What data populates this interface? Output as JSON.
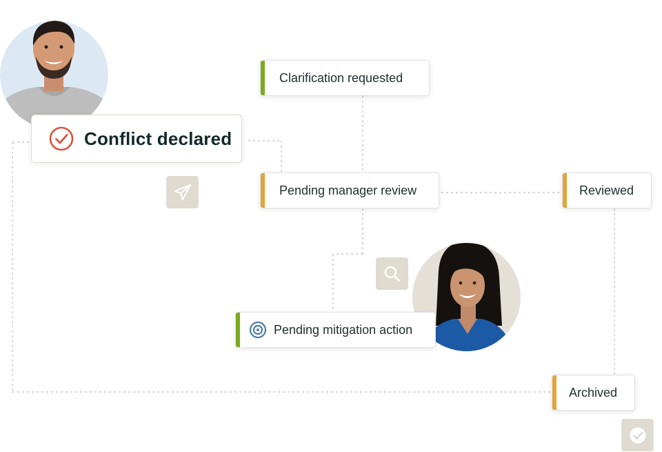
{
  "conflict_card": {
    "label": "Conflict declared",
    "icon": "check-circle-icon"
  },
  "statuses": {
    "clarification": {
      "label": "Clarification requested",
      "accent": "#7aab1e"
    },
    "pending_manager": {
      "label": "Pending manager review",
      "accent": "#e2a53c"
    },
    "reviewed": {
      "label": "Reviewed",
      "accent": "#e2a53c"
    },
    "pending_mitigation": {
      "label": "Pending mitigation action",
      "accent": "#7aab1e",
      "icon": "target-icon"
    },
    "archived": {
      "label": "Archived",
      "accent": "#e2a53c"
    }
  },
  "icons": {
    "send": "paper-plane-icon",
    "search": "magnifier-icon",
    "done": "check-badge-icon"
  },
  "colors": {
    "connector": "#b9bdbd",
    "icon_tile": "#e0dbd0",
    "check": "#d9533c",
    "text": "#1f2d2d"
  }
}
